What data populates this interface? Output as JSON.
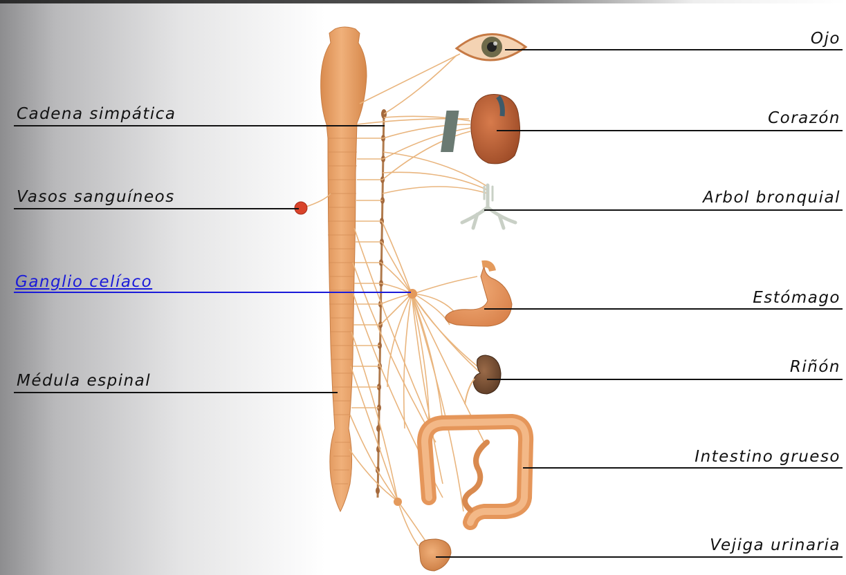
{
  "left_labels": [
    {
      "text": "Cadena simpática"
    },
    {
      "text": "Vasos sanguíneos"
    },
    {
      "text": "Ganglio celíaco"
    },
    {
      "text": "Médula espinal"
    }
  ],
  "right_labels": [
    {
      "text": "Ojo"
    },
    {
      "text": "Corazón"
    },
    {
      "text": "Arbol bronquial"
    },
    {
      "text": "Estómago"
    },
    {
      "text": "Riñón"
    },
    {
      "text": "Intestino grueso"
    },
    {
      "text": "Vejiga urinaria"
    }
  ],
  "colors": {
    "spinal_cord": "#e8a36a",
    "nerve": "#e9b57e",
    "ganglion": "#c98a4e",
    "link": "#1a1ad9",
    "leader_line": "#111111"
  }
}
